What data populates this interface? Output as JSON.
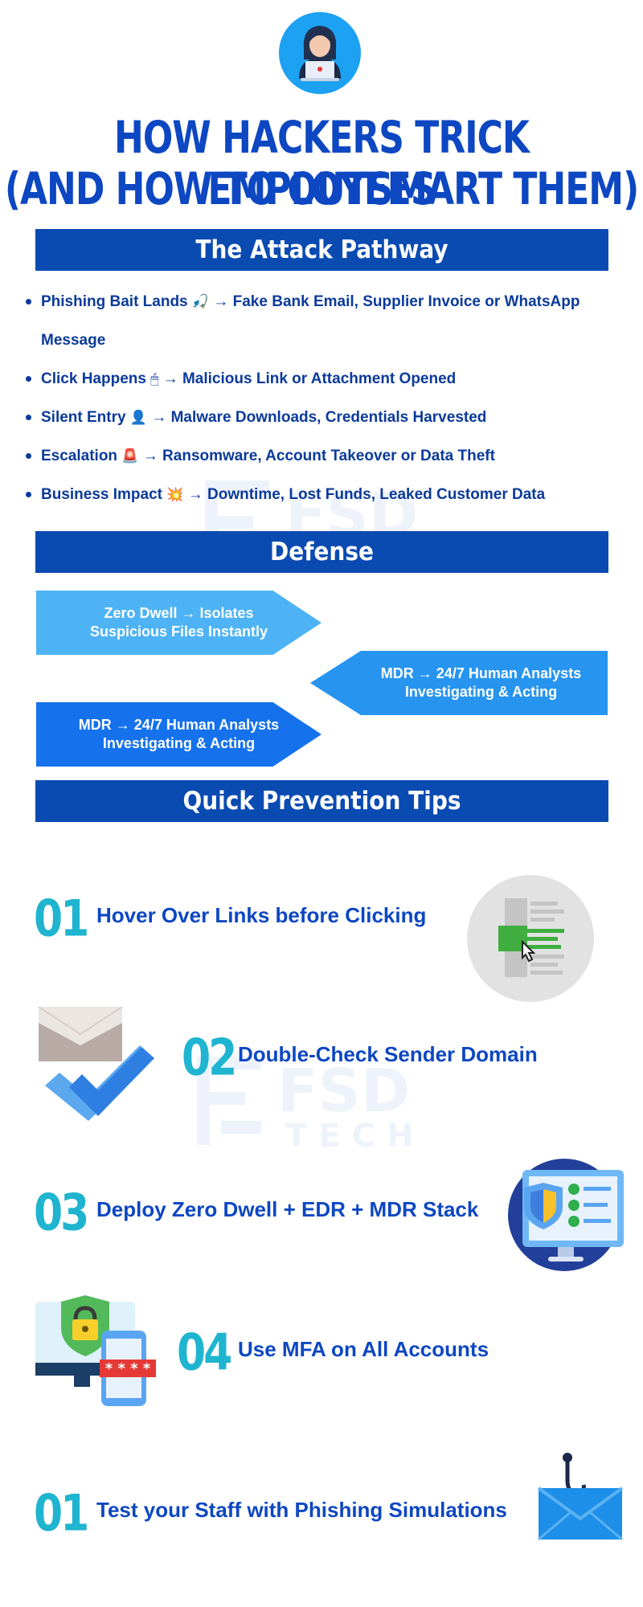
{
  "header": {
    "title_line1": "HOW HACKERS TRICK EMPLOYEES",
    "title_line2": "(AND HOW TO OUTSMART THEM)",
    "avatar_icon": "hacker-laptop-icon"
  },
  "watermark": {
    "brand": "FSD",
    "sub": "TECH"
  },
  "attack": {
    "heading": "The Attack Pathway",
    "items": [
      {
        "label": "Phishing Bait Lands",
        "emoji": "🎣",
        "detail": "→ Fake Bank Email, Supplier Invoice or WhatsApp Message"
      },
      {
        "label": "Click Happens",
        "emoji": "🖱",
        "detail": "→ Malicious Link or Attachment Opened"
      },
      {
        "label": "Silent Entry",
        "emoji": "👤",
        "detail": "→ Malware Downloads, Credentials Harvested"
      },
      {
        "label": "Escalation",
        "emoji": "🚨",
        "detail": "→ Ransomware, Account Takeover or Data Theft"
      },
      {
        "label": "Business Impact",
        "emoji": "💥",
        "detail": "→ Downtime, Lost Funds, Leaked Customer Data"
      }
    ]
  },
  "defense": {
    "heading": "Defense",
    "steps": [
      {
        "line1": "Zero Dwell → Isolates",
        "line2": "Suspicious Files Instantly",
        "color": "#4db3f5"
      },
      {
        "line1": "MDR → 24/7 Human Analysts",
        "line2": "Investigating & Acting",
        "color": "#2795f0"
      },
      {
        "line1": "MDR → 24/7 Human Analysts",
        "line2": "Investigating & Acting",
        "color": "#1572ec"
      }
    ]
  },
  "tips": {
    "heading": "Quick Prevention Tips",
    "items": [
      {
        "number": "01",
        "text": "Hover Over Links before Clicking",
        "icon": "link-hover-icon"
      },
      {
        "number": "02",
        "text": "Double-Check Sender Domain",
        "icon": "email-check-icon"
      },
      {
        "number": "03",
        "text": "Deploy Zero Dwell + EDR + MDR Stack",
        "icon": "security-dashboard-icon"
      },
      {
        "number": "04",
        "text": "Use MFA on All Accounts",
        "icon": "mfa-lock-icon"
      },
      {
        "number": "01",
        "text": "Test your Staff with Phishing Simulations",
        "icon": "phishing-email-icon"
      }
    ]
  },
  "colors": {
    "primary": "#0a4bb2",
    "accent": "#1fb4cf",
    "text": "#0b3a9a"
  }
}
